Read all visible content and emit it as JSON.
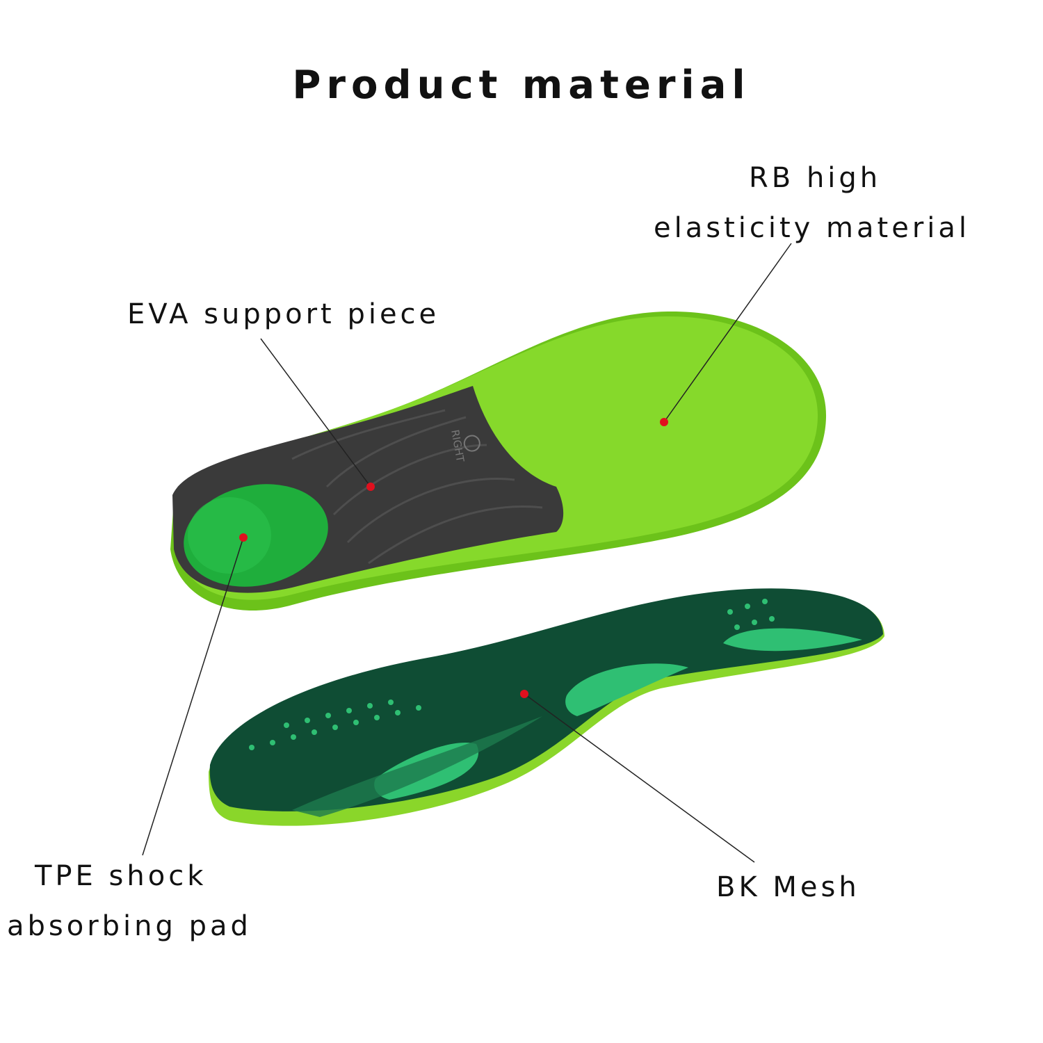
{
  "title": "Product material",
  "labels": {
    "rb_line1": "RB high",
    "rb_line2": "elasticity material",
    "eva": "EVA support piece",
    "tpe_line1": "TPE shock",
    "tpe_line2": "absorbing pad",
    "bk": "BK Mesh"
  },
  "insole_marking": "RIGHT",
  "colors": {
    "lime": "#7ed321",
    "dark_gray": "#3a3a3a",
    "gel_green": "#1fae3c",
    "mesh_green": "#0f4d34",
    "accent_green": "#2fbf73",
    "marker_red": "#e0101e"
  }
}
